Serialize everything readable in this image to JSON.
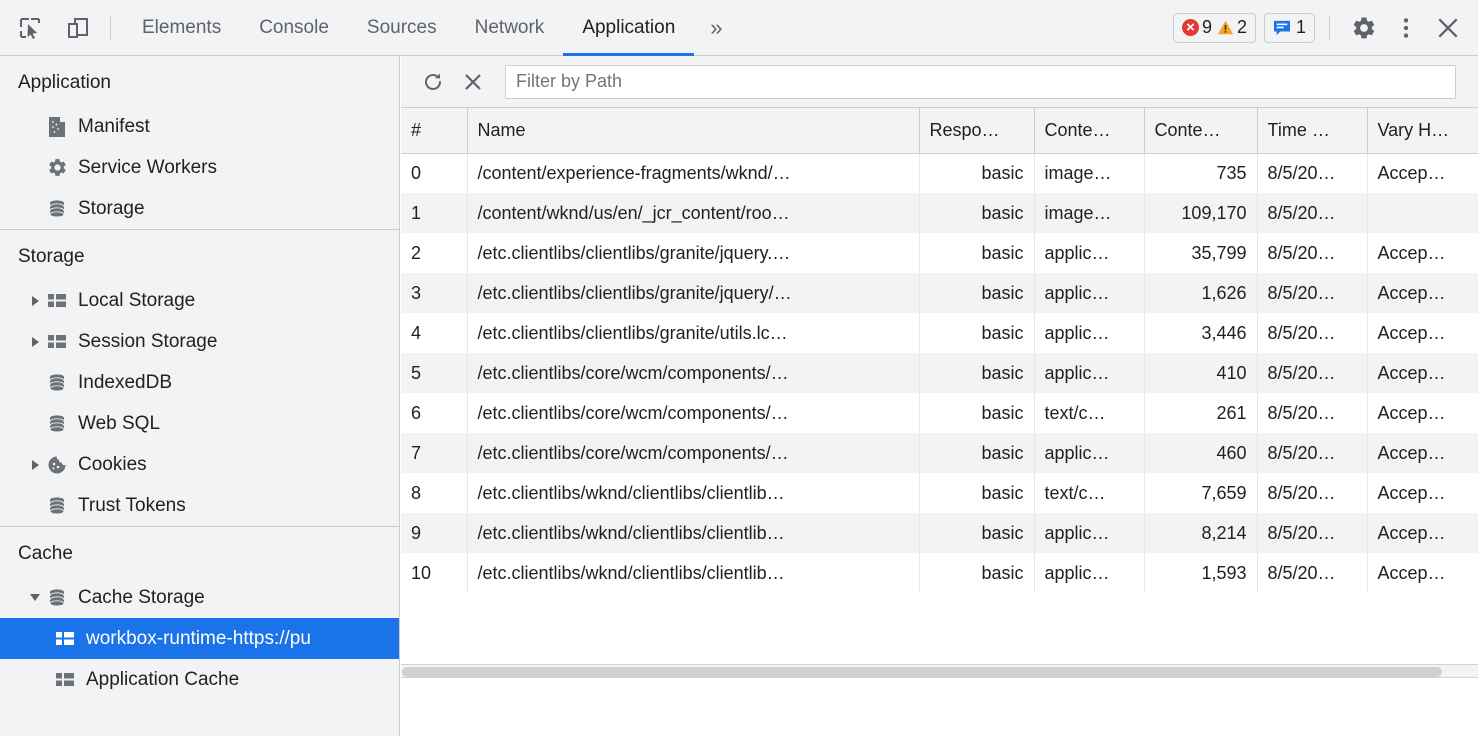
{
  "toolbar": {
    "inspect_icon": "inspect-element-icon",
    "device_icon": "device-toolbar-icon",
    "tabs": [
      {
        "label": "Elements",
        "active": false
      },
      {
        "label": "Console",
        "active": false
      },
      {
        "label": "Sources",
        "active": false
      },
      {
        "label": "Network",
        "active": false
      },
      {
        "label": "Application",
        "active": true
      }
    ],
    "more_tabs_label": "»",
    "error_count": "9",
    "warning_count": "2",
    "message_count": "1",
    "settings_icon": "gear-icon",
    "more_options_icon": "kebab-menu-icon",
    "close_icon": "close-icon",
    "accent_color": "#1a73e8",
    "error_color": "#e53935",
    "warning_color": "#f5a623",
    "message_color": "#1a73e8"
  },
  "sidebar": {
    "sections": [
      {
        "header": "Application",
        "items": [
          {
            "label": "Manifest",
            "icon": "manifest-document-icon",
            "twisty": "none",
            "indent": 1,
            "selected": false
          },
          {
            "label": "Service Workers",
            "icon": "gear-icon",
            "twisty": "none",
            "indent": 1,
            "selected": false
          },
          {
            "label": "Storage",
            "icon": "database-icon",
            "twisty": "none",
            "indent": 1,
            "selected": false
          }
        ]
      },
      {
        "header": "Storage",
        "items": [
          {
            "label": "Local Storage",
            "icon": "table-grid-icon",
            "twisty": "right",
            "indent": 1,
            "selected": false
          },
          {
            "label": "Session Storage",
            "icon": "table-grid-icon",
            "twisty": "right",
            "indent": 1,
            "selected": false
          },
          {
            "label": "IndexedDB",
            "icon": "database-icon",
            "twisty": "none",
            "indent": 1,
            "selected": false
          },
          {
            "label": "Web SQL",
            "icon": "database-icon",
            "twisty": "none",
            "indent": 1,
            "selected": false
          },
          {
            "label": "Cookies",
            "icon": "cookie-icon",
            "twisty": "right",
            "indent": 1,
            "selected": false
          },
          {
            "label": "Trust Tokens",
            "icon": "database-icon",
            "twisty": "none",
            "indent": 1,
            "selected": false
          }
        ]
      },
      {
        "header": "Cache",
        "items": [
          {
            "label": "Cache Storage",
            "icon": "database-icon",
            "twisty": "down",
            "indent": 1,
            "selected": false
          },
          {
            "label": "workbox-runtime-https://pu",
            "icon": "table-grid-icon",
            "twisty": "none",
            "indent": 2,
            "selected": true
          },
          {
            "label": "Application Cache",
            "icon": "table-grid-icon",
            "twisty": "none",
            "indent": 2,
            "selected": false
          }
        ]
      }
    ]
  },
  "cache_toolbar": {
    "refresh_icon": "refresh-icon",
    "delete_icon": "clear-entries-icon",
    "filter_placeholder": "Filter by Path",
    "filter_value": ""
  },
  "cache_table": {
    "columns": [
      "#",
      "Name",
      "Respo…",
      "Conte…",
      "Conte…",
      "Time …",
      "Vary H…"
    ],
    "rows": [
      {
        "num": "0",
        "name": "/content/experience-fragments/wknd/…",
        "response": "basic",
        "content_type": "image…",
        "content_length": "735",
        "time": "8/5/20…",
        "vary": "Accep…"
      },
      {
        "num": "1",
        "name": "/content/wknd/us/en/_jcr_content/roo…",
        "response": "basic",
        "content_type": "image…",
        "content_length": "109,170",
        "time": "8/5/20…",
        "vary": ""
      },
      {
        "num": "2",
        "name": "/etc.clientlibs/clientlibs/granite/jquery.…",
        "response": "basic",
        "content_type": "applic…",
        "content_length": "35,799",
        "time": "8/5/20…",
        "vary": "Accep…"
      },
      {
        "num": "3",
        "name": "/etc.clientlibs/clientlibs/granite/jquery/…",
        "response": "basic",
        "content_type": "applic…",
        "content_length": "1,626",
        "time": "8/5/20…",
        "vary": "Accep…"
      },
      {
        "num": "4",
        "name": "/etc.clientlibs/clientlibs/granite/utils.lc…",
        "response": "basic",
        "content_type": "applic…",
        "content_length": "3,446",
        "time": "8/5/20…",
        "vary": "Accep…"
      },
      {
        "num": "5",
        "name": "/etc.clientlibs/core/wcm/components/…",
        "response": "basic",
        "content_type": "applic…",
        "content_length": "410",
        "time": "8/5/20…",
        "vary": "Accep…"
      },
      {
        "num": "6",
        "name": "/etc.clientlibs/core/wcm/components/…",
        "response": "basic",
        "content_type": "text/c…",
        "content_length": "261",
        "time": "8/5/20…",
        "vary": "Accep…"
      },
      {
        "num": "7",
        "name": "/etc.clientlibs/core/wcm/components/…",
        "response": "basic",
        "content_type": "applic…",
        "content_length": "460",
        "time": "8/5/20…",
        "vary": "Accep…"
      },
      {
        "num": "8",
        "name": "/etc.clientlibs/wknd/clientlibs/clientlib…",
        "response": "basic",
        "content_type": "text/c…",
        "content_length": "7,659",
        "time": "8/5/20…",
        "vary": "Accep…"
      },
      {
        "num": "9",
        "name": "/etc.clientlibs/wknd/clientlibs/clientlib…",
        "response": "basic",
        "content_type": "applic…",
        "content_length": "8,214",
        "time": "8/5/20…",
        "vary": "Accep…"
      },
      {
        "num": "10",
        "name": "/etc.clientlibs/wknd/clientlibs/clientlib…",
        "response": "basic",
        "content_type": "applic…",
        "content_length": "1,593",
        "time": "8/5/20…",
        "vary": "Accep…"
      }
    ]
  }
}
